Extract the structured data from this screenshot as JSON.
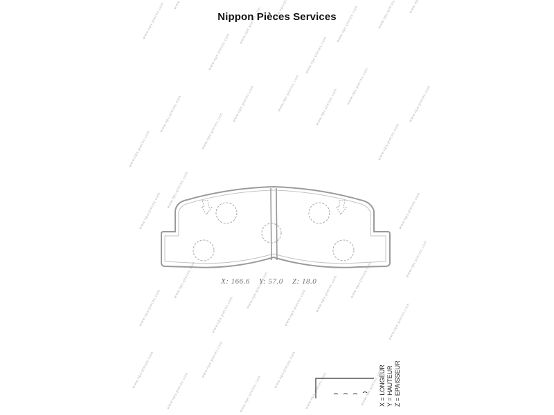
{
  "header": {
    "brand_title": "Nippon Pièces Services"
  },
  "watermark": {
    "text": "www.nps-pieces.com",
    "color": "#b9b9b9"
  },
  "drawing": {
    "part": "brake-pad-outline",
    "line_color": "#9a9a9a",
    "dimensions": {
      "x": "X: 166.6",
      "y": "Y: 57.0",
      "z": "Z: 18.0"
    }
  },
  "legend": {
    "x_label": "X = LONGEUR",
    "y_label": "Y = HAUTEUR",
    "z_label": "Z = EPAISSEUR"
  }
}
